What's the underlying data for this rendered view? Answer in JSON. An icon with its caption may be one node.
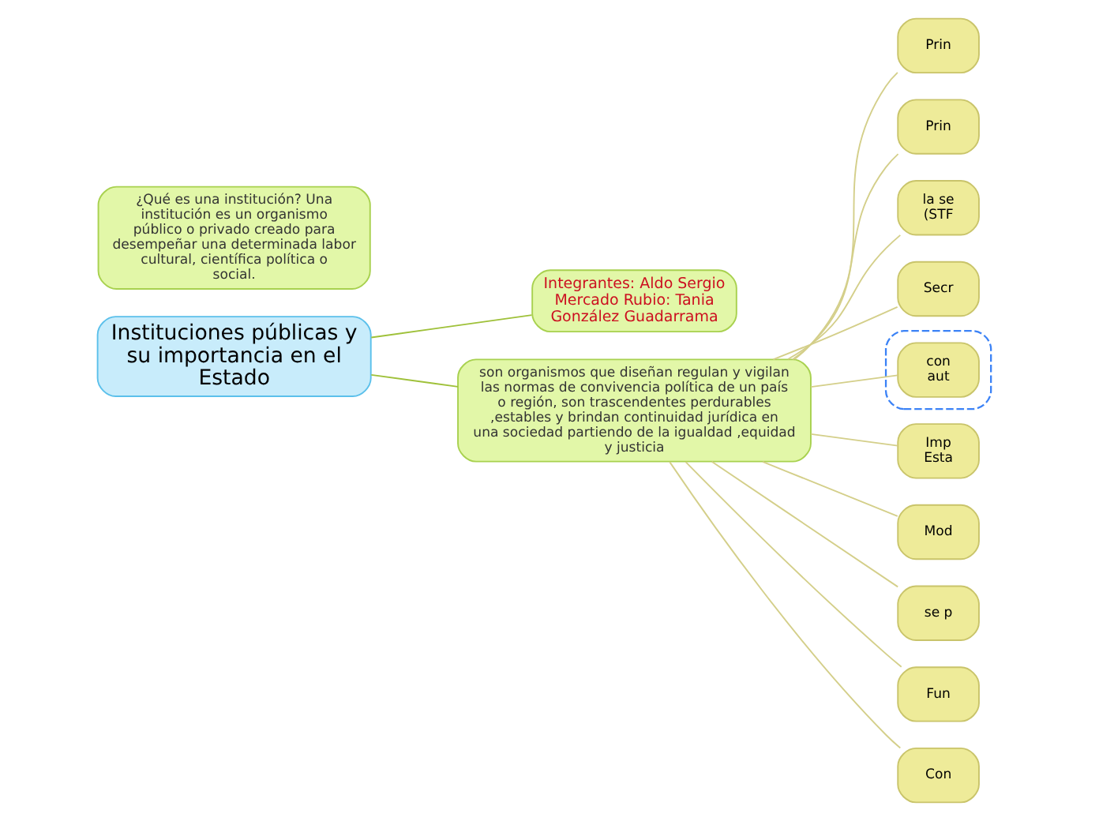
{
  "diagram": {
    "nodes": [
      {
        "text": [
          "Instituciones públicas y su importancia en el Estado"
        ]
      },
      {
        "text": [
          "Integrantes: Aldo Sergio Mercado Rubio: Tania González Guadarrama"
        ]
      },
      {
        "text": [
          "¿Qué es una institución? Una institución es un organismo público o privado creado para desempeñar una determinada labor cultural, científica política o social."
        ]
      },
      {
        "text": [
          "son organismos que diseñan regulan y vigilan las normas de convivencia política de un país o región, son trascendentes perdurables ,estables y brindan continuidad jurídica en una sociedad partiendo de la igualdad ,equidad y justicia"
        ]
      },
      {
        "text": [
          "Prin"
        ]
      },
      {
        "text": [
          "Prin"
        ]
      },
      {
        "text": [
          "la se (STF"
        ]
      },
      {
        "text": [
          "Secr"
        ]
      },
      {
        "text": [],
        "shape": "cloud"
      },
      {
        "text": [
          "con aut"
        ],
        "in": 8
      },
      {
        "text": [
          "Imp Esta"
        ]
      },
      {
        "text": [
          "Mod"
        ]
      },
      {
        "text": [
          "se p"
        ]
      },
      {
        "text": [
          "Fun"
        ]
      },
      {
        "text": [
          "Con"
        ]
      }
    ],
    "edges": [
      {
        "from": 0,
        "to": 1,
        "arrow": "none",
        "color": "#9fc13a"
      },
      {
        "from": 0,
        "to": 3,
        "arrow": "none",
        "color": "#9fc13a"
      },
      {
        "from": 3,
        "to": 4,
        "arrow": "none"
      },
      {
        "from": 3,
        "to": 5,
        "arrow": "none"
      },
      {
        "from": 3,
        "to": 6,
        "arrow": "none"
      },
      {
        "from": 3,
        "to": 7,
        "arrow": "none"
      },
      {
        "from": 3,
        "to": 9,
        "arrow": "none"
      },
      {
        "from": 3,
        "to": 10,
        "arrow": "none"
      },
      {
        "from": 3,
        "to": 11,
        "arrow": "none"
      },
      {
        "from": 3,
        "to": 12,
        "arrow": "none"
      },
      {
        "from": 3,
        "to": 13,
        "arrow": "none"
      },
      {
        "from": 3,
        "to": 14,
        "arrow": "none"
      }
    ]
  }
}
